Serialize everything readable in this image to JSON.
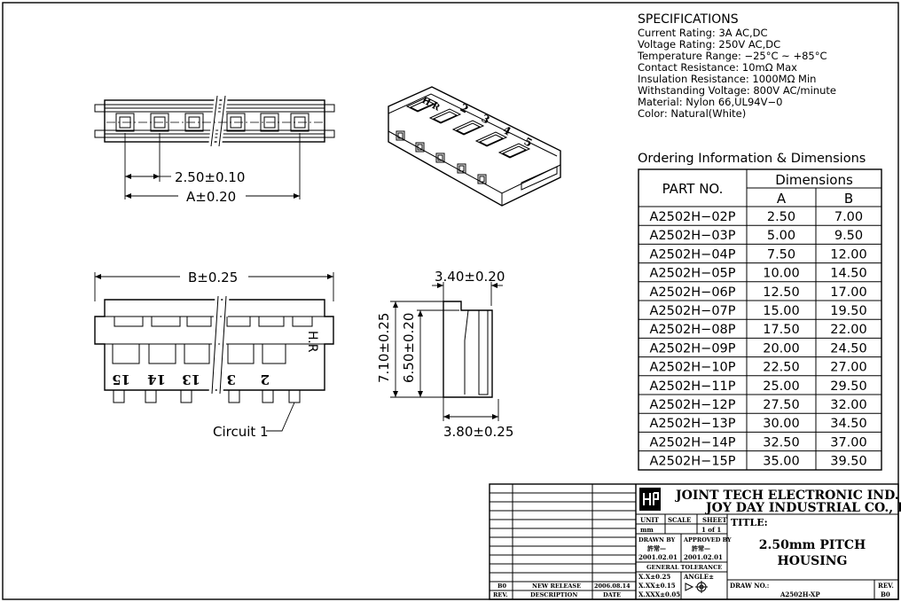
{
  "specifications": {
    "heading": "SPECIFICATIONS",
    "lines": [
      "Current Rating: 3A AC,DC",
      "Voltage Rating: 250V AC,DC",
      "Temperature Range: −25°C ~ +85°C",
      "Contact Resistance: 10mΩ Max",
      "Insulation Resistance: 1000MΩ Min",
      "Withstanding Voltage: 800V AC/minute",
      "Material: Nylon 66,UL94V−0",
      "Color: Natural(White)"
    ]
  },
  "ordering": {
    "heading": "Ordering Information & Dimensions",
    "col_part": "PART NO.",
    "col_dims": "Dimensions",
    "col_a": "A",
    "col_b": "B",
    "rows": [
      {
        "part": "A2502H−02P",
        "a": "2.50",
        "b": "7.00"
      },
      {
        "part": "A2502H−03P",
        "a": "5.00",
        "b": "9.50"
      },
      {
        "part": "A2502H−04P",
        "a": "7.50",
        "b": "12.00"
      },
      {
        "part": "A2502H−05P",
        "a": "10.00",
        "b": "14.50"
      },
      {
        "part": "A2502H−06P",
        "a": "12.50",
        "b": "17.00"
      },
      {
        "part": "A2502H−07P",
        "a": "15.00",
        "b": "19.50"
      },
      {
        "part": "A2502H−08P",
        "a": "17.50",
        "b": "22.00"
      },
      {
        "part": "A2502H−09P",
        "a": "20.00",
        "b": "24.50"
      },
      {
        "part": "A2502H−10P",
        "a": "22.50",
        "b": "27.00"
      },
      {
        "part": "A2502H−11P",
        "a": "25.00",
        "b": "29.50"
      },
      {
        "part": "A2502H−12P",
        "a": "27.50",
        "b": "32.00"
      },
      {
        "part": "A2502H−13P",
        "a": "30.00",
        "b": "34.50"
      },
      {
        "part": "A2502H−14P",
        "a": "32.50",
        "b": "37.00"
      },
      {
        "part": "A2502H−15P",
        "a": "35.00",
        "b": "39.50"
      }
    ]
  },
  "dimensions": {
    "pitch": "2.50±0.10",
    "a_len": "A±0.20",
    "b_len": "B±0.25",
    "depth": "3.40±0.20",
    "height_total": "7.10±0.25",
    "height_inner": "6.50±0.20",
    "bottom": "3.80±0.25",
    "circuit": "Circuit 1",
    "hr_mark": "H.R",
    "pin_labels": [
      "15",
      "14",
      "13",
      "3",
      "2"
    ],
    "iso_labels": [
      "H.R",
      "2",
      "3",
      "4",
      "5"
    ]
  },
  "title_block": {
    "company1": "JOINT TECH ELECTRONIC IND. CO., LTD.",
    "company2": "JOY DAY INDUSTRIAL CO., LTD.",
    "unit_lbl": "UNIT",
    "unit_val": "mm",
    "scale_lbl": "SCALE",
    "sheet_lbl": "SHEET",
    "sheet_val": "1 of 1",
    "title_lbl": "TITLE:",
    "title1": "2.50mm PITCH",
    "title2": "HOUSING",
    "drawn_lbl": "DRAWN BY",
    "drawn_name": "許常—",
    "drawn_date": "2001.02.01",
    "approved_lbl": "APPROVED BY",
    "approved_name": "許常—",
    "approved_date": "2001.02.01",
    "tol_lbl": "GENERAL TOLERANCE",
    "tol1": "X.X±0.25",
    "tol2": "X.XX±0.15",
    "tol3": "X.XXX±0.05",
    "angle_lbl": "ANGLE±",
    "drawno_lbl": "DRAW NO.:",
    "drawno_val": "A2502H-XP",
    "rev_lbl": "REV.",
    "rev_val": "B0",
    "rev_rows": [
      {
        "rev": "B0",
        "desc": "NEW RELEASE",
        "date": "2006.08.14"
      }
    ],
    "rev_hdr": {
      "rev": "REV.",
      "desc": "DESCRIPTION",
      "date": "DATE"
    }
  }
}
